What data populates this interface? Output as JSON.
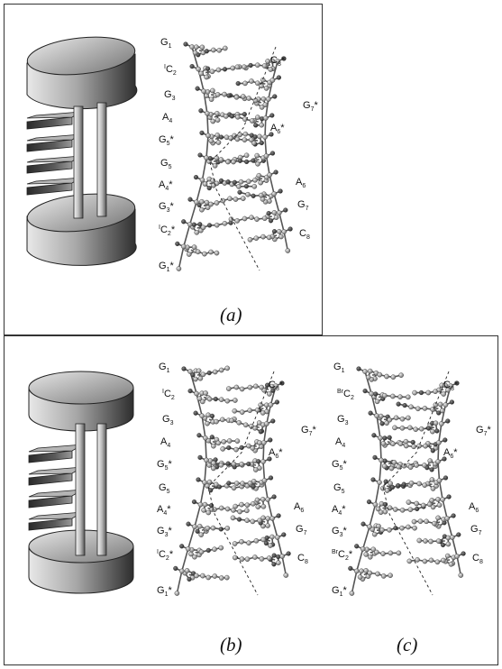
{
  "panels": [
    {
      "caption": "(a)",
      "labels": {
        "G1": "G",
        "G1_sub": "1",
        "C2_sup": "I",
        "C2": "C",
        "C2_sub": "2",
        "G3": "G",
        "G3_sub": "3",
        "A4": "A",
        "A4_sub": "4",
        "G5s": "G",
        "G5s_sub": "5",
        "G5s_star": "*",
        "G5": "G",
        "G5_sub": "5",
        "A4s": "A",
        "A4s_sub": "4",
        "A4s_star": "*",
        "G3s": "G",
        "G3s_sub": "3",
        "G3s_star": "*",
        "C2s_sup": "I",
        "C2s": "C",
        "C2s_sub": "2",
        "C2s_star": "*",
        "G1s": "G",
        "G1s_sub": "1",
        "G1s_star": "*",
        "C8s": "C",
        "C8s_sub": "8",
        "C8s_star": "*",
        "G7s": "G",
        "G7s_sub": "7",
        "G7s_star": "*",
        "A6s": "A",
        "A6s_sub": "6",
        "A6s_star": "*",
        "A6": "A",
        "A6_sub": "6",
        "G7": "G",
        "G7_sub": "7",
        "C8": "C",
        "C8_sub": "8"
      }
    },
    {
      "caption": "(b)",
      "labels": {
        "G1": "G",
        "G1_sub": "1",
        "C2_sup": "I",
        "C2": "C",
        "C2_sub": "2",
        "G3": "G",
        "G3_sub": "3",
        "A4": "A",
        "A4_sub": "4",
        "G5s": "G",
        "G5s_sub": "5",
        "G5s_star": "*",
        "G5": "G",
        "G5_sub": "5",
        "A4s": "A",
        "A4s_sub": "4",
        "A4s_star": "*",
        "G3s": "G",
        "G3s_sub": "3",
        "G3s_star": "*",
        "C2s_sup": "I",
        "C2s": "C",
        "C2s_sub": "2",
        "C2s_star": "*",
        "G1s": "G",
        "G1s_sub": "1",
        "G1s_star": "*",
        "C8s": "C",
        "C8s_sub": "8",
        "C8s_star": "*",
        "G7s": "G",
        "G7s_sub": "7",
        "G7s_star": "*",
        "A6s": "A",
        "A6s_sub": "6",
        "A6s_star": "*",
        "A6": "A",
        "A6_sub": "6",
        "G7": "G",
        "G7_sub": "7",
        "C8": "C",
        "C8_sub": "8"
      }
    },
    {
      "caption": "(c)",
      "labels": {
        "G1": "G",
        "G1_sub": "1",
        "C2_sup": "Br",
        "C2": "C",
        "C2_sub": "2",
        "G3": "G",
        "G3_sub": "3",
        "A4": "A",
        "A4_sub": "4",
        "G5s": "G",
        "G5s_sub": "5",
        "G5s_star": "*",
        "G5": "G",
        "G5_sub": "5",
        "A4s": "A",
        "A4s_sub": "4",
        "A4s_star": "*",
        "G3s": "G",
        "G3s_sub": "3",
        "G3s_star": "*",
        "C2s_sup": "Br",
        "C2s": "C",
        "C2s_sub": "2",
        "C2s_star": "*",
        "G1s": "G",
        "G1s_sub": "1",
        "G1s_star": "*",
        "C8s": "C",
        "C8s_sub": "8",
        "C8s_star": "*",
        "G7s": "G",
        "G7s_sub": "7",
        "G7s_star": "*",
        "A6s": "A",
        "A6s_sub": "6",
        "A6s_star": "*",
        "A6": "A",
        "A6_sub": "6",
        "G7": "G",
        "G7_sub": "7",
        "C8": "C",
        "C8_sub": "8"
      }
    }
  ],
  "colors": {
    "border": "#333333",
    "atom": "#8a8a8a",
    "atom_dark": "#3c3c3c",
    "bond": "#555555"
  }
}
